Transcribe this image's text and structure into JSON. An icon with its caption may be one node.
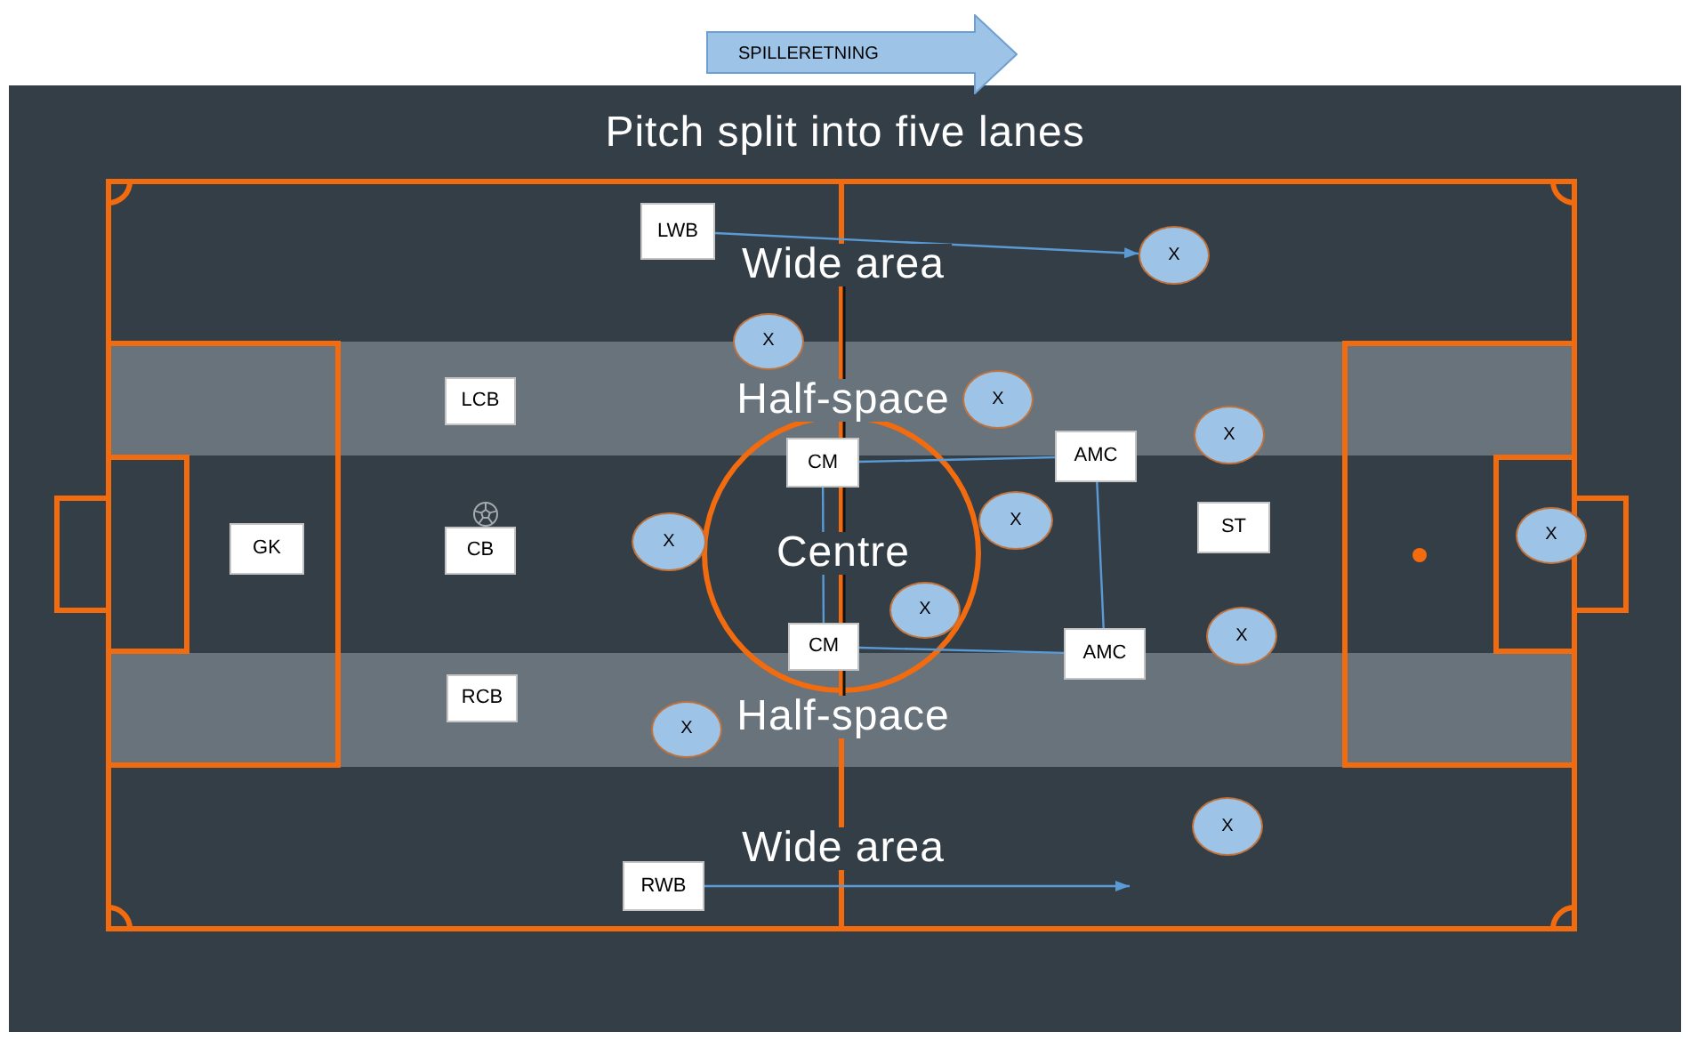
{
  "diagram": {
    "title": "Pitch split into five lanes",
    "nodes": [
      {
        "text": [
          "SPILLERETNING"
        ]
      },
      {
        "text": [
          "LWB"
        ]
      },
      {
        "text": [
          "X"
        ]
      },
      {
        "text": [
          "X"
        ]
      },
      {
        "text": [
          "LCB"
        ]
      },
      {
        "text": [
          "X"
        ]
      },
      {
        "text": [
          "CM"
        ]
      },
      {
        "text": [
          "AMC"
        ]
      },
      {
        "text": [
          "X"
        ]
      },
      {
        "text": [
          "GK"
        ]
      },
      {
        "text": [
          "CB"
        ]
      },
      {
        "text": [
          "X"
        ]
      },
      {
        "text": [
          "X"
        ]
      },
      {
        "text": [
          "ST"
        ]
      },
      {
        "text": [
          "X"
        ]
      },
      {
        "text": [
          "CM"
        ]
      },
      {
        "text": [
          "X"
        ]
      },
      {
        "text": [
          "AMC"
        ]
      },
      {
        "text": [
          "X"
        ]
      },
      {
        "text": [
          "RCB"
        ]
      },
      {
        "text": [
          "X"
        ]
      },
      {
        "text": [
          "X"
        ]
      },
      {
        "text": [
          "RWB"
        ]
      }
    ],
    "edges": [
      {
        "from": 1,
        "to": 2,
        "arrow": "to"
      },
      {
        "from": 6,
        "to": 7,
        "arrow": "none"
      },
      {
        "from": 6,
        "to": 15,
        "arrow": "none"
      },
      {
        "from": 7,
        "to": 17,
        "arrow": "none"
      },
      {
        "from": 15,
        "to": 17,
        "arrow": "none"
      },
      {
        "from": 22,
        "to": null,
        "arrow": "to"
      }
    ],
    "labels": [
      "Wide area",
      "Half-space",
      "Centre",
      "Half-space",
      "Wide area"
    ]
  }
}
